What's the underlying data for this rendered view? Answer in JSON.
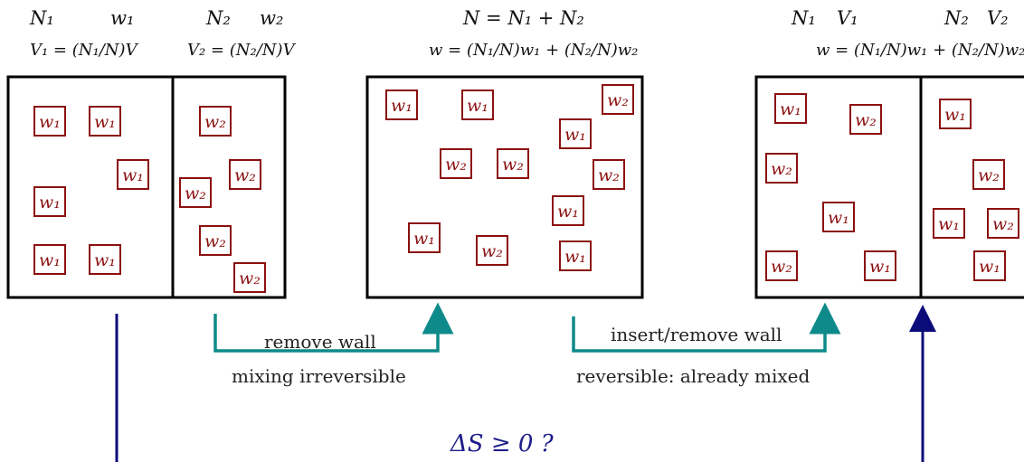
{
  "colors": {
    "wall": "#000000",
    "particle": "#8b1010",
    "teal_arrow": "#0e8a8a",
    "navy_arrow": "#0b0b7a",
    "question": "#1c1c8a"
  },
  "header": {
    "left_N1": "N₁",
    "left_w1": "w₁",
    "left_V1": "V₁ = (N₁/N)V",
    "left_N2": "N₂",
    "left_w2": "w₂",
    "left_V2": "V₂ = (N₂/N)V",
    "mid_N": "N = N₁ + N₂",
    "mid_w": "w = (N₁/N)w₁ + (N₂/N)w₂",
    "right_N1": "N₁",
    "right_V1": "V₁",
    "right_N2": "N₂",
    "right_V2": "V₂",
    "right_w": "w = (N₁/N)w₁ + (N₂/N)w₂"
  },
  "particle_labels": {
    "w1": "w₁",
    "w2": "w₂"
  },
  "boxes": {
    "left_a": [
      "w1",
      "w1",
      "w1",
      "w1",
      "w1",
      "w1"
    ],
    "left_b": [
      "w2",
      "w2",
      "w2",
      "w2",
      "w2"
    ],
    "middle": [
      "w1",
      "w1",
      "w2",
      "w1",
      "w2",
      "w2",
      "w2",
      "w1",
      "w1",
      "w2",
      "w1"
    ],
    "right_a": [
      "w1",
      "w2",
      "w2",
      "w1",
      "w2",
      "w1"
    ],
    "right_b": [
      "w1",
      "w2",
      "w1",
      "w2",
      "w1"
    ]
  },
  "arrows": {
    "remove_label": "remove wall",
    "remove_caption": "mixing irreversible",
    "insert_label": "insert/remove wall",
    "insert_caption": "reversible: already mixed",
    "question": "ΔS ≥ 0 ?"
  }
}
